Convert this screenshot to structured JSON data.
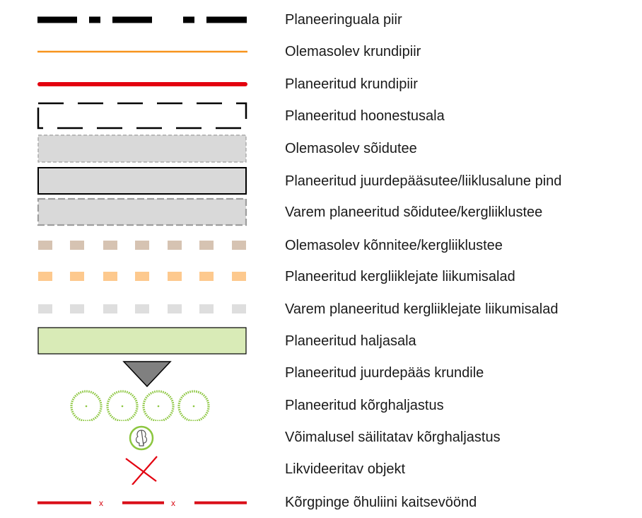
{
  "legend": {
    "items": [
      {
        "symbol": "dash-dot-black-line",
        "label": "Planeeringuala piir"
      },
      {
        "symbol": "thin-orange-line",
        "label": "Olemasolev krundipiir"
      },
      {
        "symbol": "thick-red-line",
        "label": "Planeeritud krundipiir"
      },
      {
        "symbol": "dashed-black-rectangle",
        "label": "Planeeritud hoonestusala"
      },
      {
        "symbol": "grey-dashed-rectangle",
        "label": "Olemasolev sõidutee"
      },
      {
        "symbol": "grey-solid-rectangle",
        "label": "Planeeritud juurdepääsutee/liiklusalune pind"
      },
      {
        "symbol": "grey-dashed-thick-rectangle",
        "label": "Varem planeeritud sõidutee/kergliiklustee"
      },
      {
        "symbol": "brown-square-row",
        "label": "Olemasolev kõnnitee/kergliiklustee"
      },
      {
        "symbol": "orange-square-row",
        "label": "Planeeritud kergliiklejate liikumisalad"
      },
      {
        "symbol": "grey-square-row",
        "label": "Varem planeeritud kergliiklejate liikumisalad"
      },
      {
        "symbol": "green-rectangle",
        "label": "Planeeritud haljasala"
      },
      {
        "symbol": "grey-triangle",
        "label": "Planeeritud juurdepääs krundile"
      },
      {
        "symbol": "tree-circles",
        "label": "Planeeritud kõrghaljastus"
      },
      {
        "symbol": "tree-icon",
        "label": "Võimalusel säilitatav kõrghaljastus"
      },
      {
        "symbol": "red-cross",
        "label": "Likvideeritav objekt"
      },
      {
        "symbol": "red-line-x",
        "label": "Kõrgpinge õhuliini kaitsevöönd",
        "marker": "x"
      }
    ]
  },
  "colors": {
    "boundary": "#000000",
    "existing_plot": "#f7941d",
    "planned_plot": "#e3000f",
    "road_fill": "#d9d9d9",
    "road_stroke": "#9e9e9e",
    "walkway_existing": "#d6c3b2",
    "walkway_planned": "#fdc98e",
    "walkway_earlier": "#dedede",
    "greenery_fill": "#d9ebb7",
    "access_triangle": "#808080",
    "tree_green": "#8cc63f",
    "powerline_red": "#d90d17"
  }
}
